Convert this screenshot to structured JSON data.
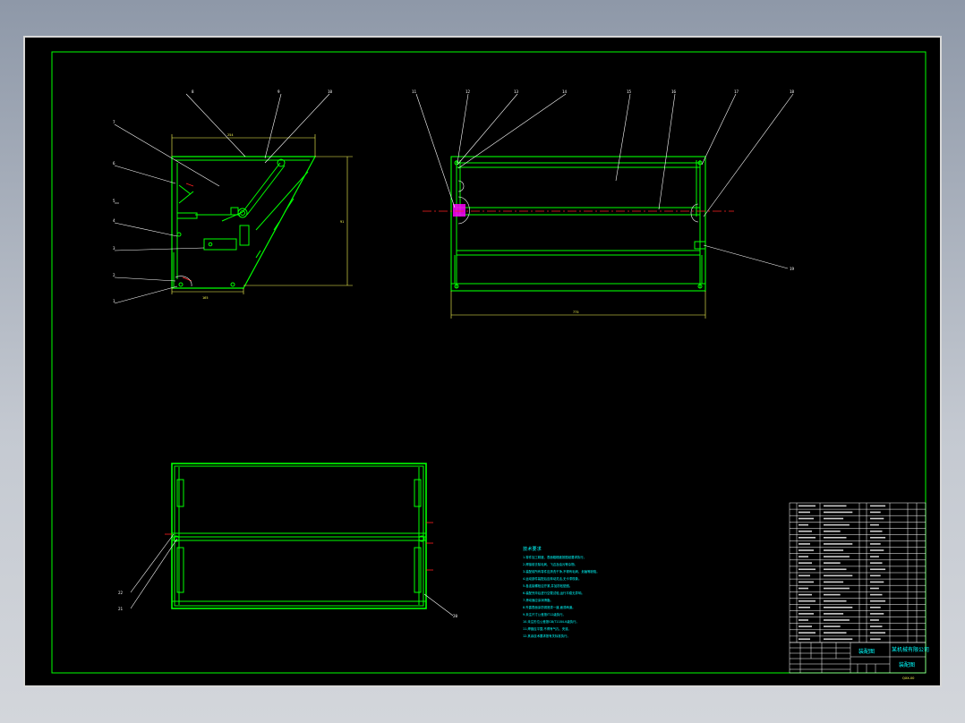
{
  "drawing": {
    "colors": {
      "frame": "#00ff00",
      "part": "#00ff00",
      "dimension": "#ffff55",
      "leader": "#ffffff",
      "center": "#ff2020",
      "highlight": "#ff00ff",
      "notes": "#00ffff"
    },
    "balloons": [
      "1",
      "2",
      "3",
      "4",
      "5",
      "6",
      "7",
      "8",
      "9",
      "10",
      "11",
      "12",
      "13",
      "14",
      "15",
      "16",
      "17",
      "18",
      "19",
      "20",
      "21",
      "22"
    ],
    "dimensions": {
      "side_top": "254",
      "side_bottom": "165",
      "side_height": "91",
      "front_width": "775"
    },
    "technical_requirements": {
      "title": "技术要求",
      "items": [
        "1.零件加工精度、表面粗糙度按图纸要求执行。",
        "2.焊接前去除毛刺、飞边及油污等杂物。",
        "3.装配前所有零件应清洗干净,不得有毛刺、划痕等缺陷。",
        "4.运动部件装配后应转动灵活,无卡滞现象。",
        "5.各连接螺栓应拧紧,并加防松垫圈。",
        "6.装配完毕后进行空载试验,运行平稳无异响。",
        "7.滑动面应涂润滑脂。",
        "8.外露表面涂防锈底漆一道,面漆两道。",
        "9.未注尺寸公差按IT12级执行。",
        "10.未注形位公差按GB/T1184-K级执行。",
        "11.焊缝应平整,不得有气孔、夹渣。",
        "12.其余技术要求按有关标准执行。"
      ]
    },
    "title_block": {
      "assembly_name": "装配图",
      "company": "某机械有限公司",
      "drawing_name": "装配图",
      "drawing_no": "QXX-00"
    }
  }
}
